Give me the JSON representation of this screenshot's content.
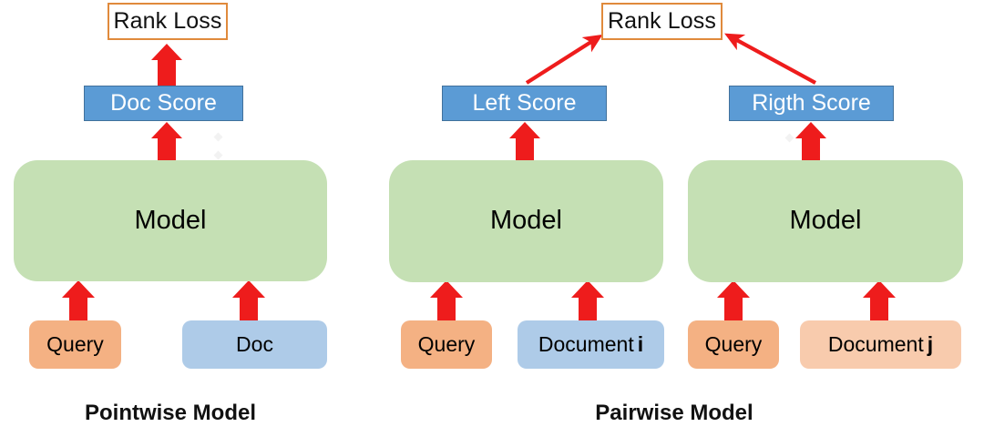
{
  "diagram": {
    "title_hidden": "",
    "colors": {
      "arrow_red": "#EE1C1C",
      "rank_loss_border": "#E08A3C",
      "score_fill": "#5B9BD5",
      "score_border": "#41719C",
      "model_fill": "#C5E0B4",
      "query_fill": "#F4B183",
      "doc_fill": "#AECBE8",
      "doc_alt_fill": "#F8CBAD",
      "text_dark": "#111111",
      "text_light": "#FFFFFF"
    },
    "panels": [
      {
        "id": "pointwise",
        "caption": "Pointwise Model",
        "rank_loss": "Rank Loss",
        "scores": [
          {
            "label": "Doc Score"
          }
        ],
        "models": [
          {
            "label": "Model"
          }
        ],
        "inputs": [
          {
            "label": "Query",
            "sub": ""
          },
          {
            "label": "Doc",
            "sub": ""
          }
        ]
      },
      {
        "id": "pairwise",
        "caption": "Pairwise Model",
        "rank_loss": "Rank Loss",
        "scores": [
          {
            "label": "Left Score"
          },
          {
            "label": "Rigth Score"
          }
        ],
        "models": [
          {
            "label": "Model"
          },
          {
            "label": "Model"
          }
        ],
        "inputs": [
          {
            "label": "Query",
            "sub": ""
          },
          {
            "label": "Document",
            "sub": "i"
          },
          {
            "label": "Query",
            "sub": ""
          },
          {
            "label": "Document",
            "sub": "j"
          }
        ]
      }
    ]
  }
}
